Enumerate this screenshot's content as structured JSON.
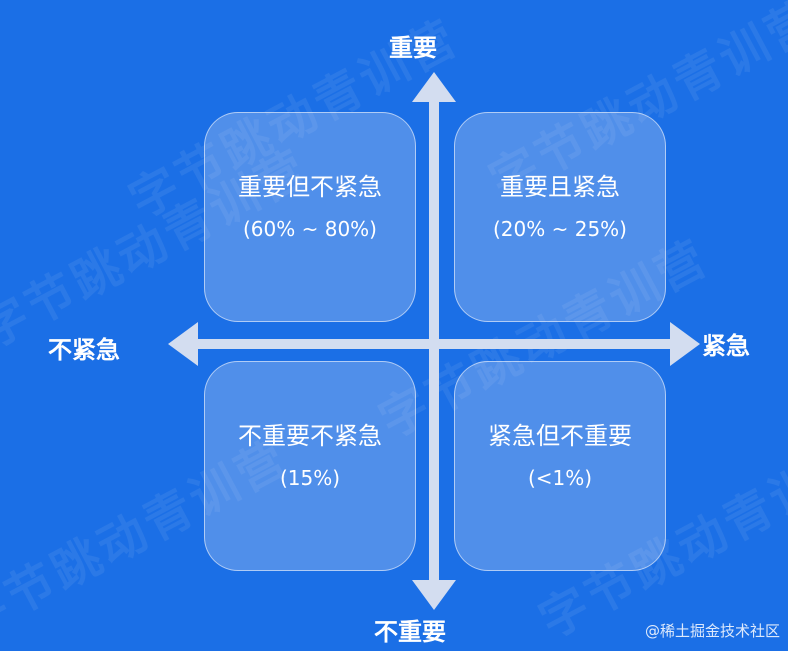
{
  "axes": {
    "top": "重要",
    "bottom": "不重要",
    "left": "不紧急",
    "right": "紧急"
  },
  "quadrants": [
    {
      "title": "重要但不紧急",
      "percent": "(60% ~ 80%)"
    },
    {
      "title": "重要且紧急",
      "percent": "(20% ~ 25%)"
    },
    {
      "title": "不重要不紧急",
      "percent": "(15%)"
    },
    {
      "title": "紧急但不重要",
      "percent": "(<1%)"
    }
  ],
  "watermark": "字节跳动青训营",
  "credit": "@稀土掘金技术社区",
  "colors": {
    "background": "#1b6fe6",
    "axis": "#d3ddf0",
    "text": "#ffffff"
  }
}
